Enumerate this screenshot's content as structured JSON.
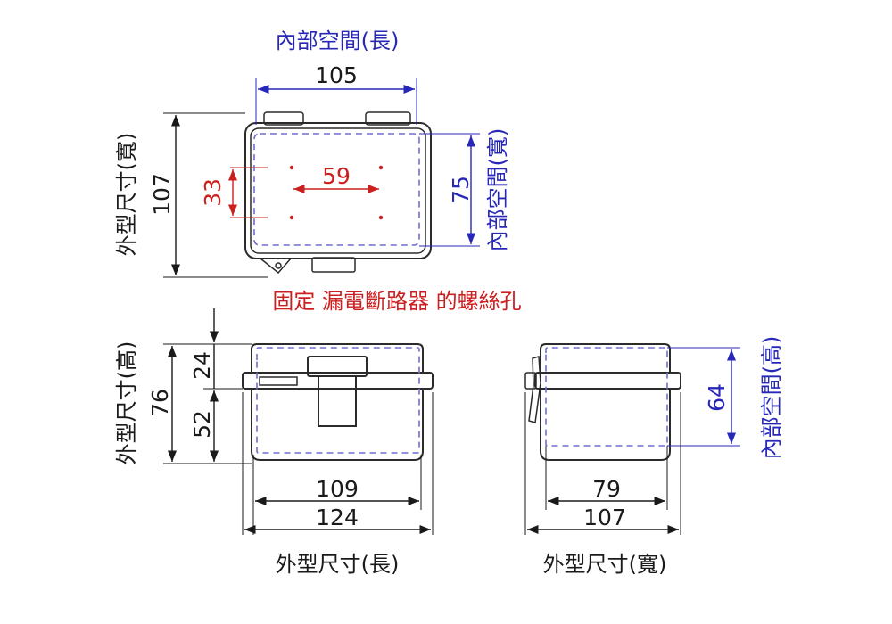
{
  "top_view": {
    "inner_length_label": "內部空間(長)",
    "inner_length_value": "105",
    "outer_width_label": "外型尺寸(寬)",
    "outer_width_value": "107",
    "inner_width_label": "內部空間(寬)",
    "inner_width_value": "75",
    "hole_h_value": "59",
    "hole_v_value": "33",
    "screw_note": "固定 漏電斷路器 的螺絲孔"
  },
  "front_view": {
    "outer_height_label": "外型尺寸(高)",
    "outer_height_value": "76",
    "lid_height_value": "24",
    "body_height_value": "52",
    "inner_length_value": "109",
    "outer_length_value": "124",
    "outer_length_label": "外型尺寸(長)"
  },
  "side_view": {
    "inner_height_label": "內部空間(高)",
    "inner_height_value": "64",
    "inner_width_value": "79",
    "outer_width_value": "107",
    "outer_width_label": "外型尺寸(寬)"
  }
}
